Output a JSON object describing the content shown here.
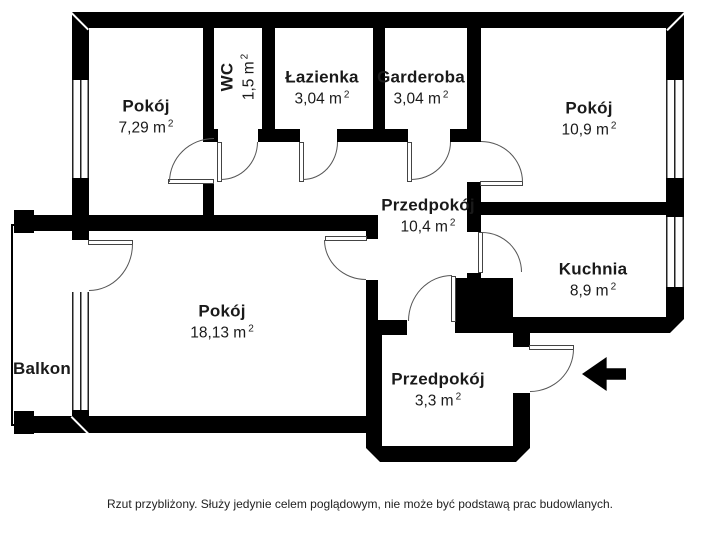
{
  "plan_type": "floor-plan",
  "colors": {
    "wall": "#000000",
    "floor": "#ffffff",
    "text": "#1a1a1a",
    "door_line": "#555555"
  },
  "rooms": [
    {
      "name": "Pokój",
      "area": "7,29 m",
      "sup": "2"
    },
    {
      "name": "WC",
      "area": "1,5 m",
      "sup": "2"
    },
    {
      "name": "Łazienka",
      "area": "3,04 m",
      "sup": "2"
    },
    {
      "name": "Garderoba",
      "area": "3,04 m",
      "sup": "2"
    },
    {
      "name": "Pokój",
      "area": "10,9 m",
      "sup": "2"
    },
    {
      "name": "Przedpokój",
      "area": "10,4 m",
      "sup": "2"
    },
    {
      "name": "Kuchnia",
      "area": "8,9 m",
      "sup": "2"
    },
    {
      "name": "Pokój",
      "area": "18,13 m",
      "sup": "2"
    },
    {
      "name": "Przedpokój",
      "area": "3,3 m",
      "sup": "2"
    },
    {
      "name": "Balkon",
      "area": "",
      "sup": ""
    }
  ],
  "footer": "Rzut przybliżony. Służy jedynie celem poglądowym, nie może być podstawą prac budowlanych."
}
